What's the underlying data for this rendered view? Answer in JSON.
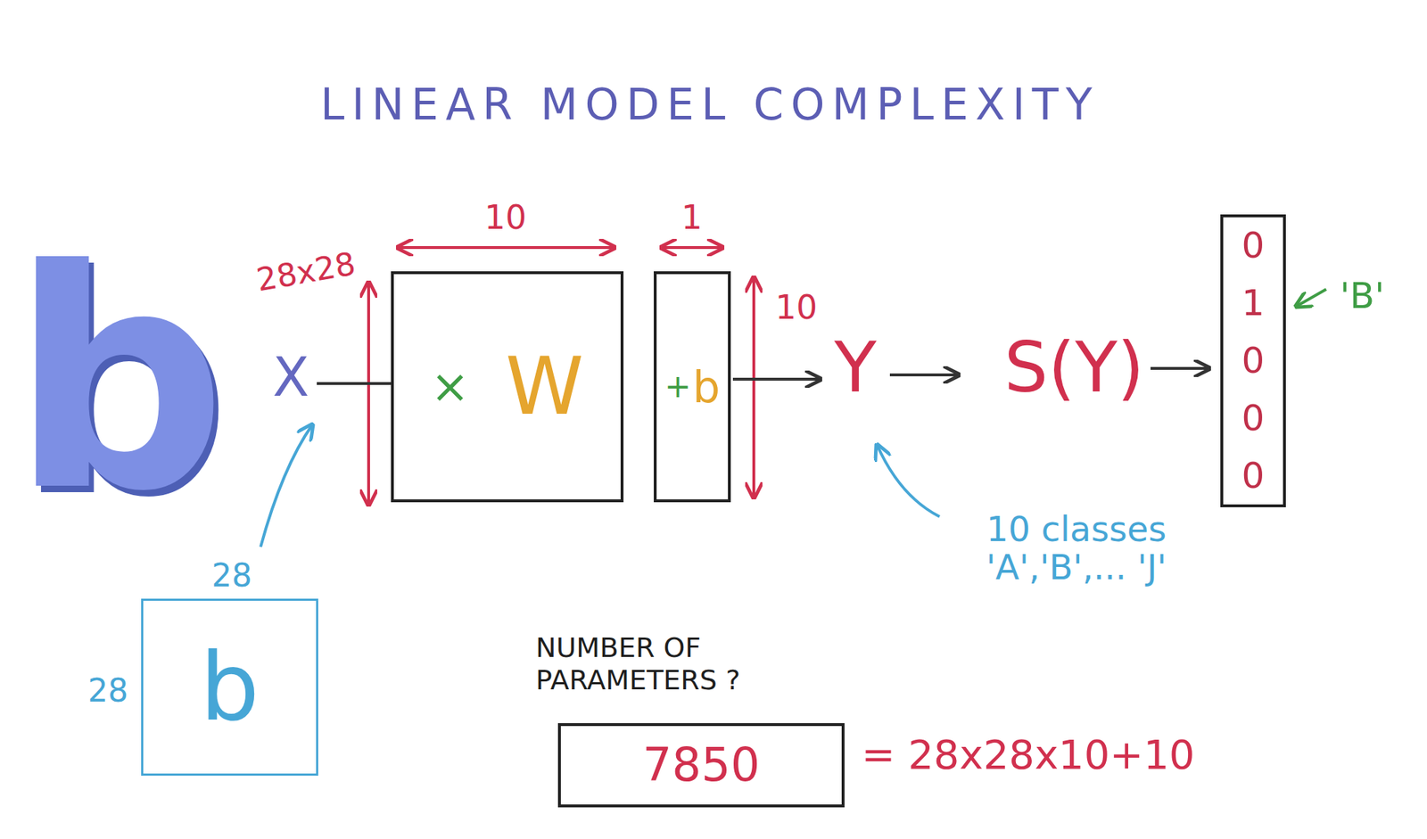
{
  "diagram": {
    "title": "LINEAR MODEL COMPLEXITY",
    "nodes": [
      {
        "text": [
          "×",
          "W"
        ]
      },
      {
        "text": [
          "+",
          "b"
        ]
      },
      {
        "text": [
          "0",
          "1",
          "0",
          "0",
          "0"
        ]
      },
      {
        "text": [
          "b"
        ]
      },
      {
        "text": [
          "NUMBER OF PARAMETERS ?",
          "7850"
        ]
      }
    ],
    "labels": [
      "b",
      "X",
      "28x28",
      "10",
      "1",
      "10",
      "Y",
      "S(Y)",
      "'B'",
      "10 classes 'A','B',... 'J'",
      "28",
      "28",
      "= 28x28x10+10"
    ]
  }
}
